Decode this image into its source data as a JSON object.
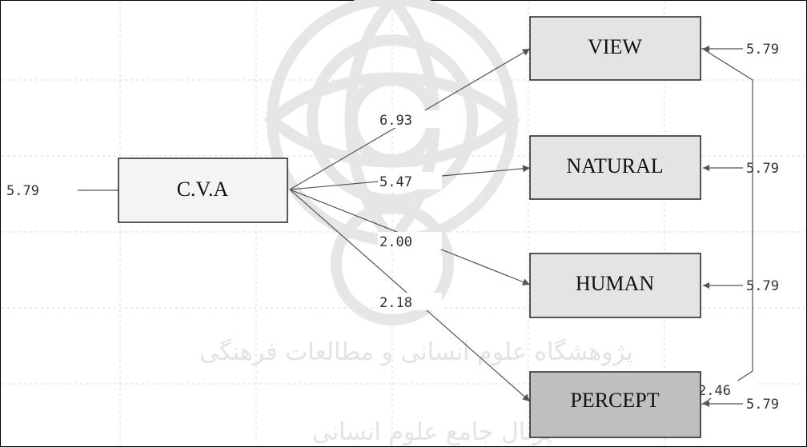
{
  "diagram": {
    "nodes": {
      "cva": "C.V.A",
      "view": "VIEW",
      "natural": "NATURAL",
      "human": "HUMAN",
      "percept": "PERCEPT"
    },
    "paths": {
      "cva_view": "6.93",
      "cva_natural": "5.47",
      "cva_human": "2.00",
      "cva_percept": "2.18"
    },
    "errors": {
      "cva": "5.79",
      "view": "5.79",
      "natural": "5.79",
      "human": "5.79",
      "percept": "5.79"
    },
    "covariance": {
      "view_percept": "2.46"
    },
    "colors": {
      "box_fill": "#e4e4e4",
      "percept_fill": "#bfbfbf",
      "cva_fill": "#f4f4f4",
      "edge": "#555555"
    }
  },
  "watermark": {
    "line1": "پژوهشگاه علوم انسانی و مطالعات فرهنگی",
    "line2": "پرتال جامع علوم انسانی"
  }
}
